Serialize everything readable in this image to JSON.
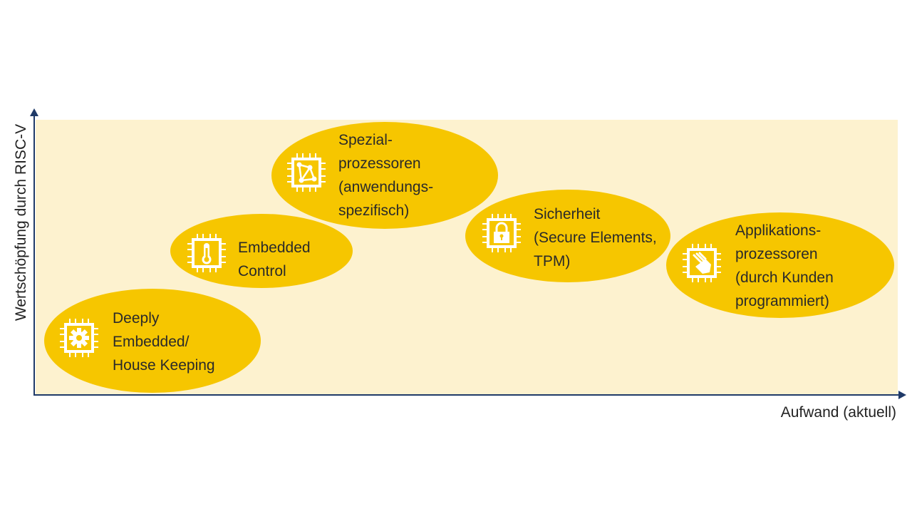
{
  "axes": {
    "y_label": "Wertschöpfung durch RISC-V",
    "x_label": "Aufwand (aktuell)"
  },
  "nodes": [
    {
      "id": "deeply-embedded",
      "icon": "gear-icon",
      "lines": [
        "Deeply",
        "Embedded/",
        "House Keeping"
      ]
    },
    {
      "id": "embedded-control",
      "icon": "thermometer-icon",
      "lines": [
        "Embedded",
        "Control"
      ]
    },
    {
      "id": "spezialprozessoren",
      "icon": "network-graph-icon",
      "lines": [
        "Spezial-",
        "prozessoren",
        "(anwendungs-",
        "spezifisch)"
      ]
    },
    {
      "id": "sicherheit",
      "icon": "padlock-icon",
      "lines": [
        "Sicherheit",
        "(Secure Elements,",
        "TPM)"
      ]
    },
    {
      "id": "applikationsprozessoren",
      "icon": "touch-hand-icon",
      "lines": [
        "Applikations-",
        "prozessoren",
        "(durch Kunden",
        "programmiert)"
      ]
    }
  ],
  "colors": {
    "ellipse": "#f6c600",
    "background": "#fdf2cf",
    "axis": "#1f3a68"
  }
}
